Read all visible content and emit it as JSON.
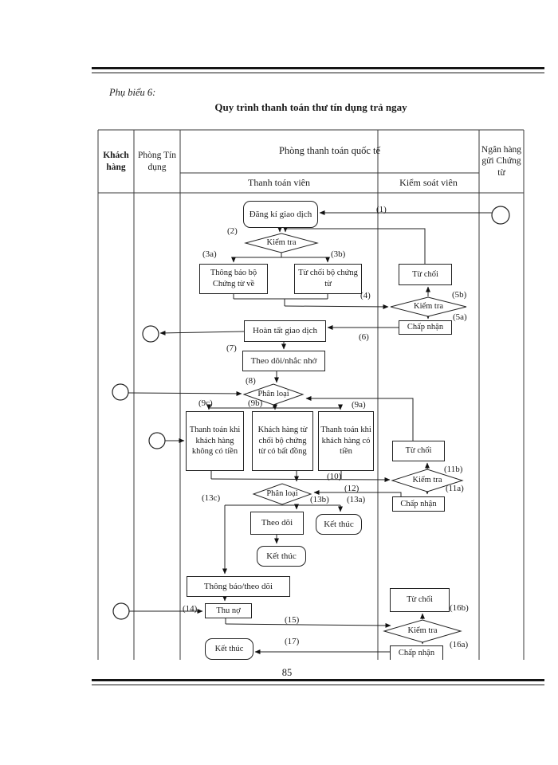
{
  "page": {
    "caption": "Phụ biểu 6:",
    "title": "Quy trình thanh toán thư tín dụng trả ngay",
    "page_number": "85"
  },
  "table": {
    "col_khach_hang": "Khách hàng",
    "col_phong_tin_dung": "Phòng Tín dụng",
    "col_phong_thanh_toan_quoc_te": "Phòng thanh toán quốc tế",
    "col_thanh_toan_vien": "Thanh toán viên",
    "col_kiem_soat_vien": "Kiểm soát viên",
    "col_ngan_hang_gui_chung_tu": "Ngân hàng gửi Chứng từ"
  },
  "nodes": {
    "dang_ki_giao_dich": "Đăng kí giao dịch",
    "kiem_tra": "Kiểm tra",
    "phan_loai": "Phân loại",
    "thong_bao_bo_chung_tu_ve": "Thông báo bộ Chứng từ về",
    "tu_choi_bo_chung_tu": "Từ chối bộ chứng từ",
    "tu_choi": "Từ chối",
    "chap_nhan": "Chấp nhận",
    "hoan_tat_giao_dich": "Hoàn tất giao dịch",
    "theo_doi_nhac_nho": "Theo dõi/nhắc nhở",
    "tt_khach_khong_tien": "Thanh toán khi khách hàng không có tiền",
    "kh_tu_choi_bat_dong": "Khách hàng từ chối bộ chứng từ có bất đồng",
    "tt_khach_co_tien": "Thanh toán khi khách hàng có tiền",
    "theo_doi": "Theo dõi",
    "ket_thuc": "Kết thúc",
    "thong_bao_theo_doi": "Thông báo/theo dõi",
    "thu_no": "Thu nợ"
  },
  "labels": {
    "l1": "(1)",
    "l2": "(2)",
    "l3a": "(3a)",
    "l3b": "(3b)",
    "l4": "(4)",
    "l5a": "(5a)",
    "l5b": "(5b)",
    "l6": "(6)",
    "l7": "(7)",
    "l8": "(8)",
    "l9a": "(9a)",
    "l9b": "(9b)",
    "l9c": "(9c)",
    "l10": "(10)",
    "l11a": "(11a)",
    "l11b": "(11b)",
    "l12": "(12)",
    "l13a": "(13a)",
    "l13b": "(13b)",
    "l13c": "(13c)",
    "l14": "(14)",
    "l15": "(15)",
    "l16a": "(16a)",
    "l16b": "(16b)",
    "l17": "(17)"
  }
}
